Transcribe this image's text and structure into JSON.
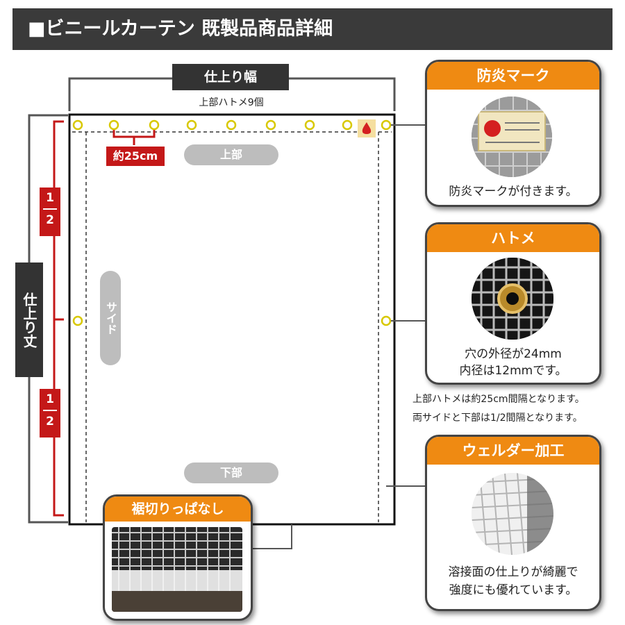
{
  "header": {
    "title": "■ビニールカーテン 既製品商品詳細"
  },
  "diagram": {
    "width_label": "仕上り幅",
    "grommet_count_label": "上部ハトメ9個",
    "spacing_label": "約25cm",
    "top_label": "上部",
    "side_label": "サイド",
    "bottom_label": "下部",
    "height_label": "仕上り丈",
    "half_upper": {
      "numerator": "1",
      "denominator": "2"
    },
    "half_lower": {
      "numerator": "1",
      "denominator": "2"
    },
    "hem_label": "裾切りっぱなし",
    "top_grommets": 9,
    "side_grommets_per_side": 1
  },
  "callouts": {
    "flame": {
      "title": "防炎マーク",
      "text": "防炎マークが付きます。"
    },
    "grommet": {
      "title": "ハトメ",
      "text_line1": "穴の外径が24mm",
      "text_line2": "内径は12mmです。"
    },
    "welder": {
      "title": "ウェルダー加工",
      "text_line1": "溶接面の仕上りが綺麗で",
      "text_line2": "強度にも優れています。"
    }
  },
  "notes": {
    "line1": "上部ハトメは約25cm間隔となります。",
    "line2": "両サイドと下部は1/2間隔となります。"
  },
  "colors": {
    "header_bg": "#3a3a3a",
    "accent_orange": "#ef8a12",
    "accent_red": "#c41818",
    "grommet_yellow": "#d8c800",
    "pill_grey": "#bdbdbd"
  }
}
